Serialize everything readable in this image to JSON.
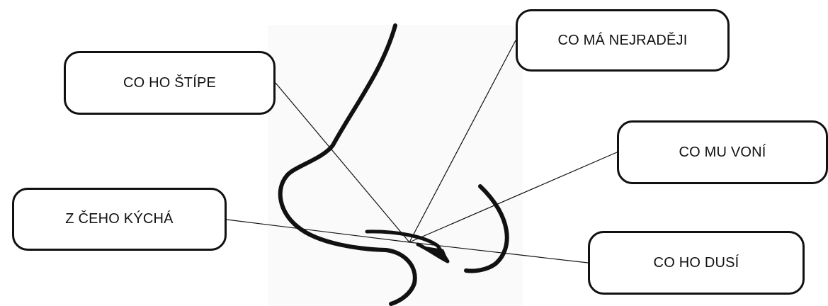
{
  "labels": {
    "stipe": "CO HO ŠTÍPE",
    "nejradeji": "CO MÁ NEJRADĚJI",
    "voni": "CO MU VONÍ",
    "kycha": "Z ČEHO KÝCHÁ",
    "dusi": "CO HO DUSÍ"
  },
  "colors": {
    "ink": "#111111",
    "background": "#ffffff"
  }
}
